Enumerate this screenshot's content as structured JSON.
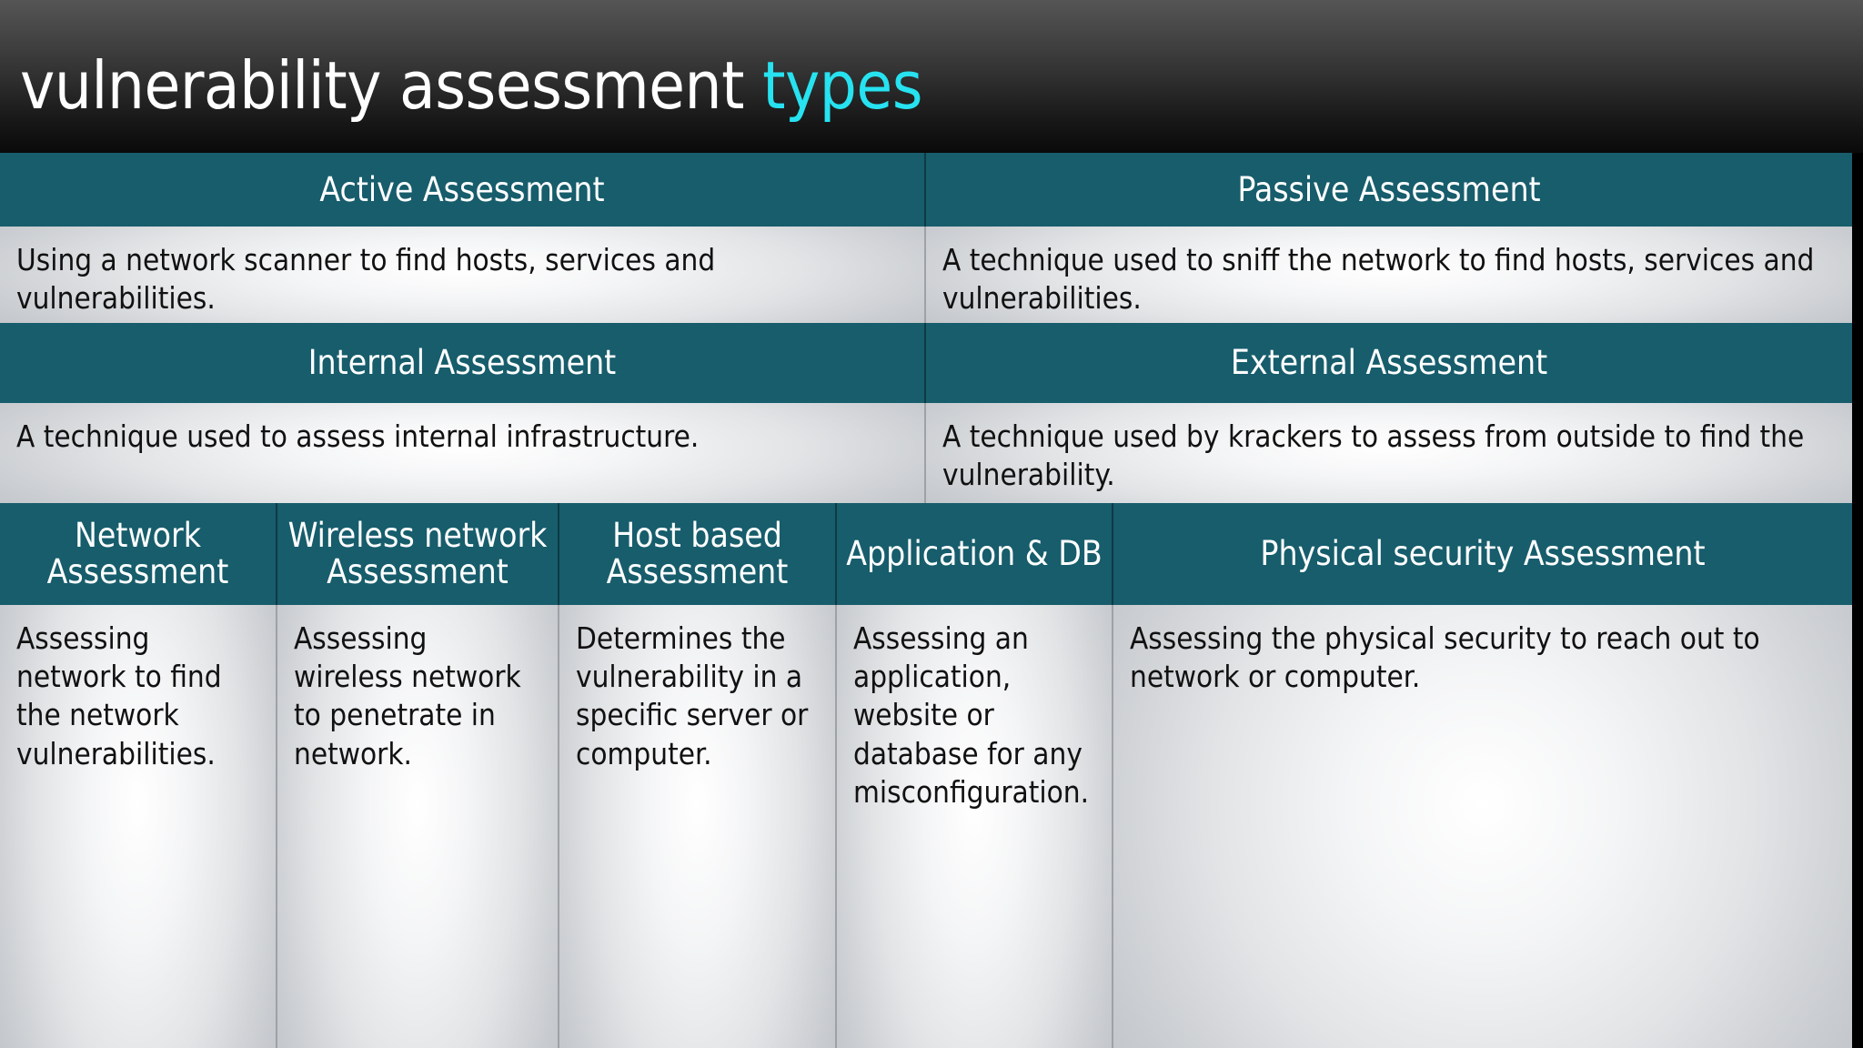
{
  "title": {
    "main": "vulnerability assessment",
    "accent": "types",
    "accent_color": "#27e2f0"
  },
  "theme": {
    "header_cell_bg": "#175d6c",
    "header_cell_text": "#ffffff",
    "body_cell_text": "#111111",
    "title_band_bg": "#2b2b2b"
  },
  "table": {
    "row1": {
      "headers": [
        "Active Assessment",
        "Passive Assessment"
      ],
      "descriptions": [
        "Using a network scanner to find hosts, services and vulnerabilities.",
        "A technique used to sniff the network to find hosts, services and vulnerabilities."
      ]
    },
    "row2": {
      "headers": [
        "Internal Assessment",
        "External Assessment"
      ],
      "descriptions": [
        "A technique used to assess internal infrastructure.",
        "A technique used by krackers to assess from outside to find the vulnerability."
      ]
    },
    "row3": {
      "headers": [
        "Network Assessment",
        "Wireless network Assessment",
        "Host based Assessment",
        "Application & DB",
        "Physical security Assessment"
      ],
      "descriptions": [
        "Assessing network to find the network vulnerabilities.",
        "Assessing wireless network to penetrate in network.",
        "Determines the vulnerability in a specific server or computer.",
        "Assessing an application, website or database for any misconfiguration.",
        "Assessing the physical security to reach out to network or computer."
      ]
    }
  }
}
